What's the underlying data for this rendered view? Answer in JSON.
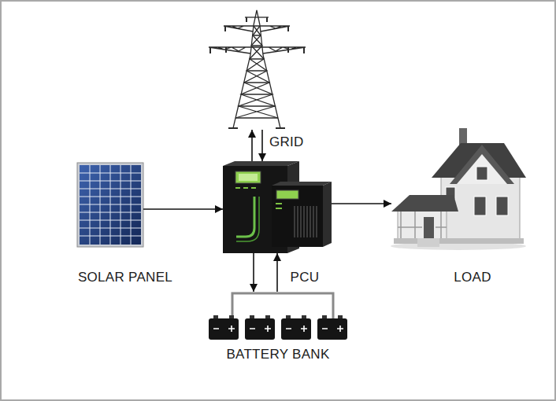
{
  "diagram": {
    "nodes": [
      {
        "text": [
          "GRID"
        ]
      },
      {
        "text": [
          "SOLAR PANEL"
        ]
      },
      {
        "text": [
          "PCU"
        ]
      },
      {
        "text": [
          "LOAD"
        ]
      },
      {
        "text": [
          "BATTERY BANK"
        ]
      }
    ],
    "edges": [
      {
        "from": 0,
        "to": 2,
        "arrow": "to"
      },
      {
        "from": 2,
        "to": 0,
        "arrow": "to"
      },
      {
        "from": 1,
        "to": 2,
        "arrow": "to"
      },
      {
        "from": 2,
        "to": 3,
        "arrow": "to"
      },
      {
        "from": 2,
        "to": 4,
        "arrow": "to"
      },
      {
        "from": 4,
        "to": 2,
        "arrow": "to"
      }
    ]
  }
}
